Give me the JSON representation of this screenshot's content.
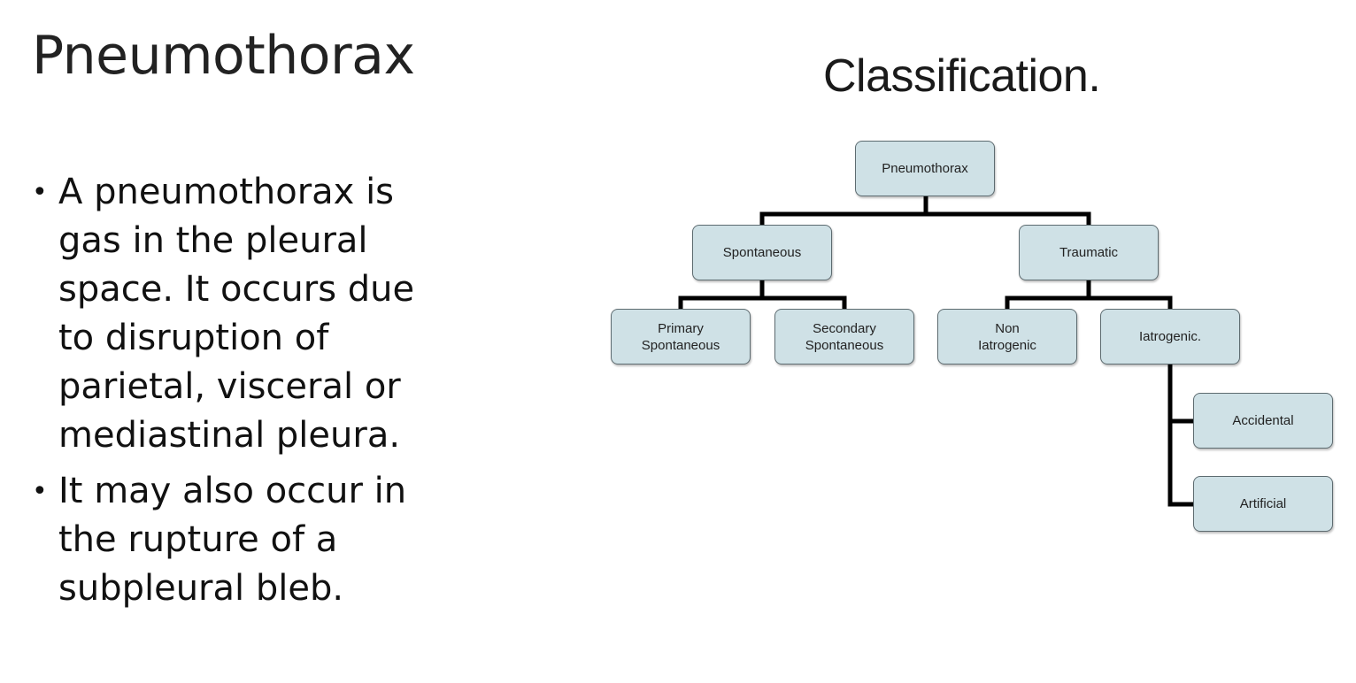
{
  "slide": {
    "title": "Pneumothorax",
    "bullets": [
      "A pneumothorax is gas in the pleural space. It occurs due to disruption of parietal, visceral or mediastinal pleura.",
      "It may also occur in the rupture of a subpleural bleb."
    ],
    "bullet_symbol": "•"
  },
  "diagram": {
    "title": "Classification.",
    "node_fill": "#cfe1e6",
    "node_border": "#5d6b70",
    "nodes": {
      "root": "Pneumothorax",
      "spontaneous": "Spontaneous",
      "traumatic": "Traumatic",
      "primary_spontaneous": "Primary\nSpontaneous",
      "secondary_spontaneous": "Secondary\nSpontaneous",
      "non_iatrogenic": "Non\nIatrogenic",
      "iatrogenic": "Iatrogenic.",
      "accidental": "Accidental",
      "artificial": "Artificial"
    }
  }
}
